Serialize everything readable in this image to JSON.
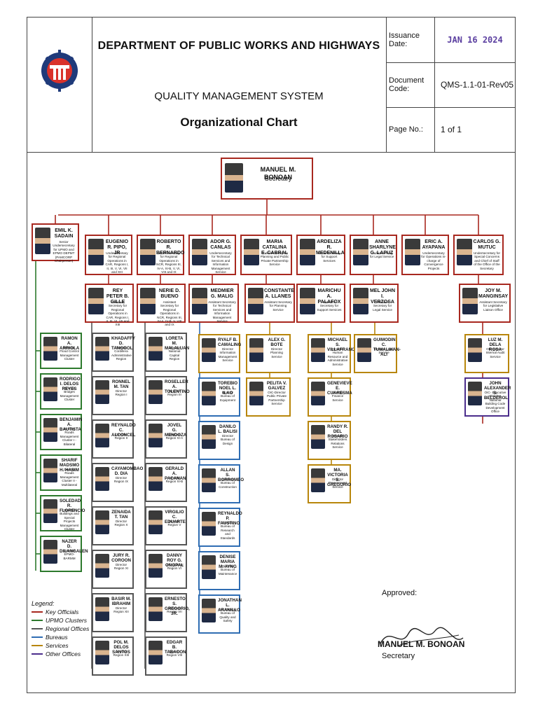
{
  "header": {
    "department": "DEPARTMENT OF PUBLIC WORKS AND HIGHWAYS",
    "system": "QUALITY MANAGEMENT SYSTEM",
    "chart_title": "Organizational Chart",
    "issuance_label": "Issuance Date:",
    "issuance_value": "JAN 16 2024",
    "code_label": "Document Code:",
    "code_value": "QMS-1.1-01-Rev05",
    "page_label": "Page No.:",
    "page_value": "1 of 1"
  },
  "colors": {
    "key_officials": "#a8281f",
    "upmo": "#2d7a2d",
    "regional": "#555555",
    "bureaus": "#2f6db3",
    "services": "#b8860b",
    "other": "#4b2d8c"
  },
  "secretary": {
    "name": "MANUEL M. BONOAN",
    "title": "Secretary"
  },
  "row1": [
    {
      "name": "EMIL K. SADAIN",
      "title": "Senior Undersecretary for UPMO and EPMO DEPMT (PAMCORP Chairperson)"
    },
    {
      "name": "EUGENIO R. PIPO, JR",
      "title": "Undersecretary for Regional Operations in CAR, Regions I, II, III, V, VI, VII and XIII"
    },
    {
      "name": "ROBERTO R. BERNARDO",
      "title": "Undersecretary for Regional Operations in NCR, Regions III, IV-A, IV-B, V, VI, VIII and IX"
    },
    {
      "name": "ADOR G. CANLAS",
      "title": "Undersecretary for Technical Services and Information Management Service"
    },
    {
      "name": "MARIA CATALINA E. CABRAL",
      "title": "Undersecretary for Planning and Public Private Partnership Service"
    },
    {
      "name": "ARDELIZA R. MEDENILLA",
      "title": "Undersecretary for Support Services"
    },
    {
      "name": "ANNE SHARLYNE G. LAPUZ",
      "title": "Undersecretary for Legal Service"
    },
    {
      "name": "ERIC A. AYAPANA",
      "title": "Undersecretary for Operations in-charge of Convergence Projects"
    },
    {
      "name": "CARLOS G. MUTUC",
      "title": "Undersecretary for Special Concerns and Chief of Staff of the Office of the Secretary"
    }
  ],
  "row2": [
    {
      "name": "REY PETER B. GILLE",
      "title": "Assistant Secretary for Regional Operations in CAR, Regions I, II, III, VI, VII and XIII"
    },
    {
      "name": "NERIE D. BUENO",
      "title": "Assistant Secretary for Regional Operations in NCR, Regions III, IV-A, IV-B, V, VIII and IX"
    },
    {
      "name": "MEDMIER G. MALIG",
      "title": "Assistant Secretary for Technical Services and Information Management Service"
    },
    {
      "name": "CONSTANTE A. LLANES",
      "title": "Assistant Secretary for Planning Service"
    },
    {
      "name": "MARICHU A. PALAFOX",
      "title": "Assistant Secretary for Support Services"
    },
    {
      "name": "MEL JOHN I. VERZOSA",
      "title": "Assistant Secretary for Legal Service"
    },
    {
      "name": "JOY M. MANGINSAY",
      "title": "Assistant Secretary for Legislative Liaison Office"
    }
  ],
  "upmo": [
    {
      "name": "RAMON A. ARRIOLA",
      "title": "Director Flood Control Management Cluster"
    },
    {
      "name": "RODRIGO I. DELOS REYES",
      "title": "Director Bridges Management Cluster"
    },
    {
      "name": "BENJAMIN A. BAUTISTA",
      "title": "Director Roads Management Cluster I - Bilateral"
    },
    {
      "name": "SHARIF MADSMO H. HASIM",
      "title": "Director Roads Management Cluster II - Multilateral"
    },
    {
      "name": "SOLEDAD R. FLORENCIO",
      "title": "Director Buildings and Special Projects Management Cluster"
    },
    {
      "name": "NAZER D. DILANGALEN",
      "title": "Director EPMO-BARMM"
    }
  ],
  "regional_a": [
    {
      "name": "KHADAFFY D. TANGGOL",
      "title": "Director Cordillera Administrative Region"
    },
    {
      "name": "RONNEL M. TAN",
      "title": "Director Region I"
    },
    {
      "name": "REYNALDO C. ALCONCEL",
      "title": "Director Region II"
    },
    {
      "name": "CAYAMOMBAO D. DIA",
      "title": "Director Region IX"
    },
    {
      "name": "ZENAIDA T. TAN",
      "title": "Director Region X"
    },
    {
      "name": "JURY R. COROON",
      "title": "Director Region XI"
    },
    {
      "name": "BASIR M. IBRAHIM",
      "title": "Director Region XII"
    },
    {
      "name": "POL M. DELOS SANTOS",
      "title": "Director Region XIII"
    }
  ],
  "regional_b": [
    {
      "name": "LORETA M. MALALUAN",
      "title": "Director National Capital Region"
    },
    {
      "name": "ROSELLER A. TOLENTINO",
      "title": "Director Region III"
    },
    {
      "name": "JOVEL G. MENDOZA",
      "title": "Director Region IV-A"
    },
    {
      "name": "GERALD A. PACANAN",
      "title": "Director Region IV-B"
    },
    {
      "name": "VIRGILIO C. EDUARTE",
      "title": "Director Region V"
    },
    {
      "name": "DANNY ROY G. ONGPAL",
      "title": "OIC-Director Region VI"
    },
    {
      "name": "ERNESTO S. GREGORIO, JR.",
      "title": "Director Region VII"
    },
    {
      "name": "EDGAR B. TABACON",
      "title": "Director Region VIII"
    }
  ],
  "bureaus": [
    {
      "name": "RYALF B. CAMALING",
      "title": "Director Information Management Service"
    },
    {
      "name": "TOREBIO NOEL L. ILAO",
      "title": "Director Bureau of Equipment"
    },
    {
      "name": "DANILO L. BALISI",
      "title": "Director Bureau of Design"
    },
    {
      "name": "ALLAN S. BORROMEO",
      "title": "Director Bureau of Construction"
    },
    {
      "name": "REYNALDO P. FAUSTINO",
      "title": "Director, Bureau of Research and Standards"
    },
    {
      "name": "DENISE MARIA M. AYNG",
      "title": "Director Bureau of Maintenance"
    },
    {
      "name": "JONATHAN L. ARANILLO",
      "title": "OIC-Director Bureau of Quality and Safety"
    }
  ],
  "planning": [
    {
      "name": "ALEX G. BOTE",
      "title": "Director Planning Service"
    },
    {
      "name": "PELITA V. GALVEZ",
      "title": "OIC-Director Public Private Partnership Service"
    }
  ],
  "support": [
    {
      "name": "MICHAEL S. VILLAFRANCA",
      "title": "Director Human Resource and Administrative Service"
    },
    {
      "name": "GENEVIEVE E. CUARESMA",
      "title": "Director Finance Service"
    },
    {
      "name": "RANDY R. DEL ROSARIO",
      "title": "Director Stakeholders Relations Service"
    },
    {
      "name": "MA. VICTORIA S. GREGORIO",
      "title": "Director Procurement Service"
    }
  ],
  "legal": [
    {
      "name": "GUIMODIN C. TUMALIKAN-ALI",
      "title": "Director Legal Service"
    }
  ],
  "legislative": [
    {
      "name": "LUZ M. DELA ROSA",
      "title": "OIC-Director Internal Audit Service"
    },
    {
      "name": "JOHN ALEXANDER S. BELDEROL",
      "title": "OIC- Executive Director National Building Code Development Office"
    }
  ],
  "legend": {
    "title": "Legend:",
    "items": [
      "Key Officials",
      "UPMO Clusters",
      "Regional Offices",
      "Bureaus",
      "Services",
      "Other Offices"
    ]
  },
  "approval": {
    "label": "Approved:",
    "name": "MANUEL M. BONOAN",
    "title": "Secretary"
  }
}
